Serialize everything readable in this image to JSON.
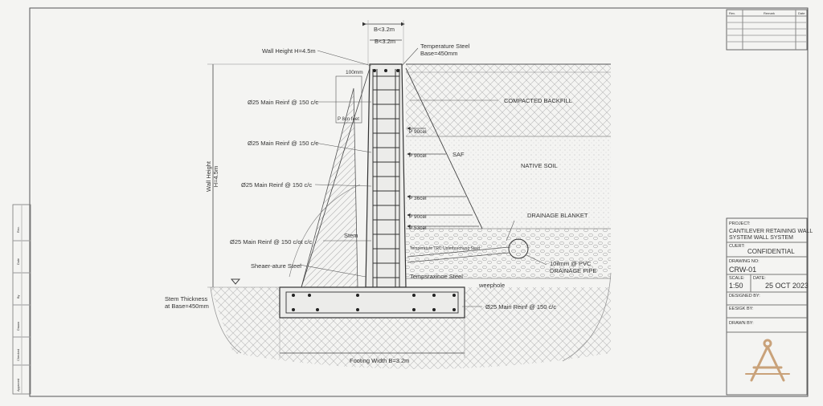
{
  "revision_table": {
    "headers": [
      "Rev.",
      "Remark",
      "Date"
    ]
  },
  "dimensions": {
    "top_width_outer": "B<3.2m",
    "top_width_inner": "B<3.2m",
    "wall_height_callout": "Wall Height H=4.5m",
    "wall_height_vertical": "Wall Height\nH=4.5m",
    "top_cover": "100mm",
    "footing_width": "Footing Width B=3.2m",
    "stem_thickness": "Stem Thickness\nat Base=450mm"
  },
  "annotations": {
    "temperature_steel_top": "Temperature Steel\nBase=450mm",
    "main_reinf_1": "Ø25 Main Reinf @ 150 c/c",
    "main_reinf_2": "Ø25 Main Reinf @ 150 c/c",
    "main_reinf_3": "Ø25 Main Reinf @  150 c/c",
    "main_reinf_4": "Ø25 Main Reinf @ 150 c/ot c/c",
    "main_reinf_footing": "Ø25 Main Reinf @ 150 c/c",
    "p_80_feet": "P 8cn feet",
    "stem": "Stem",
    "shear_steel": "Sheaer-ature Steel",
    "temp_steel_heel": "Tempsraxinoe Steel",
    "temp_steel_small": "Temperature TRC Unterbrechung Steel",
    "weephole": "weephole",
    "pressure_1": "P 90cel",
    "pressure_2": "P 90cel",
    "pressure_3": "P 36cel",
    "pressure_4": "P 90cel",
    "pressure_5": "P 53cel",
    "saf": "SAF",
    "compacted_backfill": "COMPACTED BACKFILL",
    "native_soil": "NATIVE SOIL",
    "drainage_blanket": "DRAINAGE BLANKET",
    "drain_pipe": "10ilmm @ PVC\nDRAINAGE PIPE"
  },
  "sidebar_labels": [
    "Rev.",
    "Date",
    "By",
    "Drawn",
    "Checked",
    "Approved"
  ],
  "title_block": {
    "project_label": "PROJECT:",
    "project_name": "CANTILEVER RETAINING WALL\nSYSTEM WALL SYSTEM",
    "client_label": "CUERT:",
    "client_name": "CONFIDENTIAL",
    "drawing_no_label": "DRAWING NO:",
    "drawing_no": "CRW-01",
    "scale_label": "SCALE:",
    "scale_value": "1:50",
    "date_label": "DATE:",
    "date_value": "25 OCT 2023",
    "designed_by": "DESIGNED BY:",
    "checked_by": "EESIGK BY:",
    "drawn_by": "DRAWN BY:"
  },
  "colors": {
    "line": "#3a3a3a",
    "logo": "#c9a27a",
    "paper": "#f4f4f2"
  },
  "icon": "drafting-compass-logo-icon"
}
